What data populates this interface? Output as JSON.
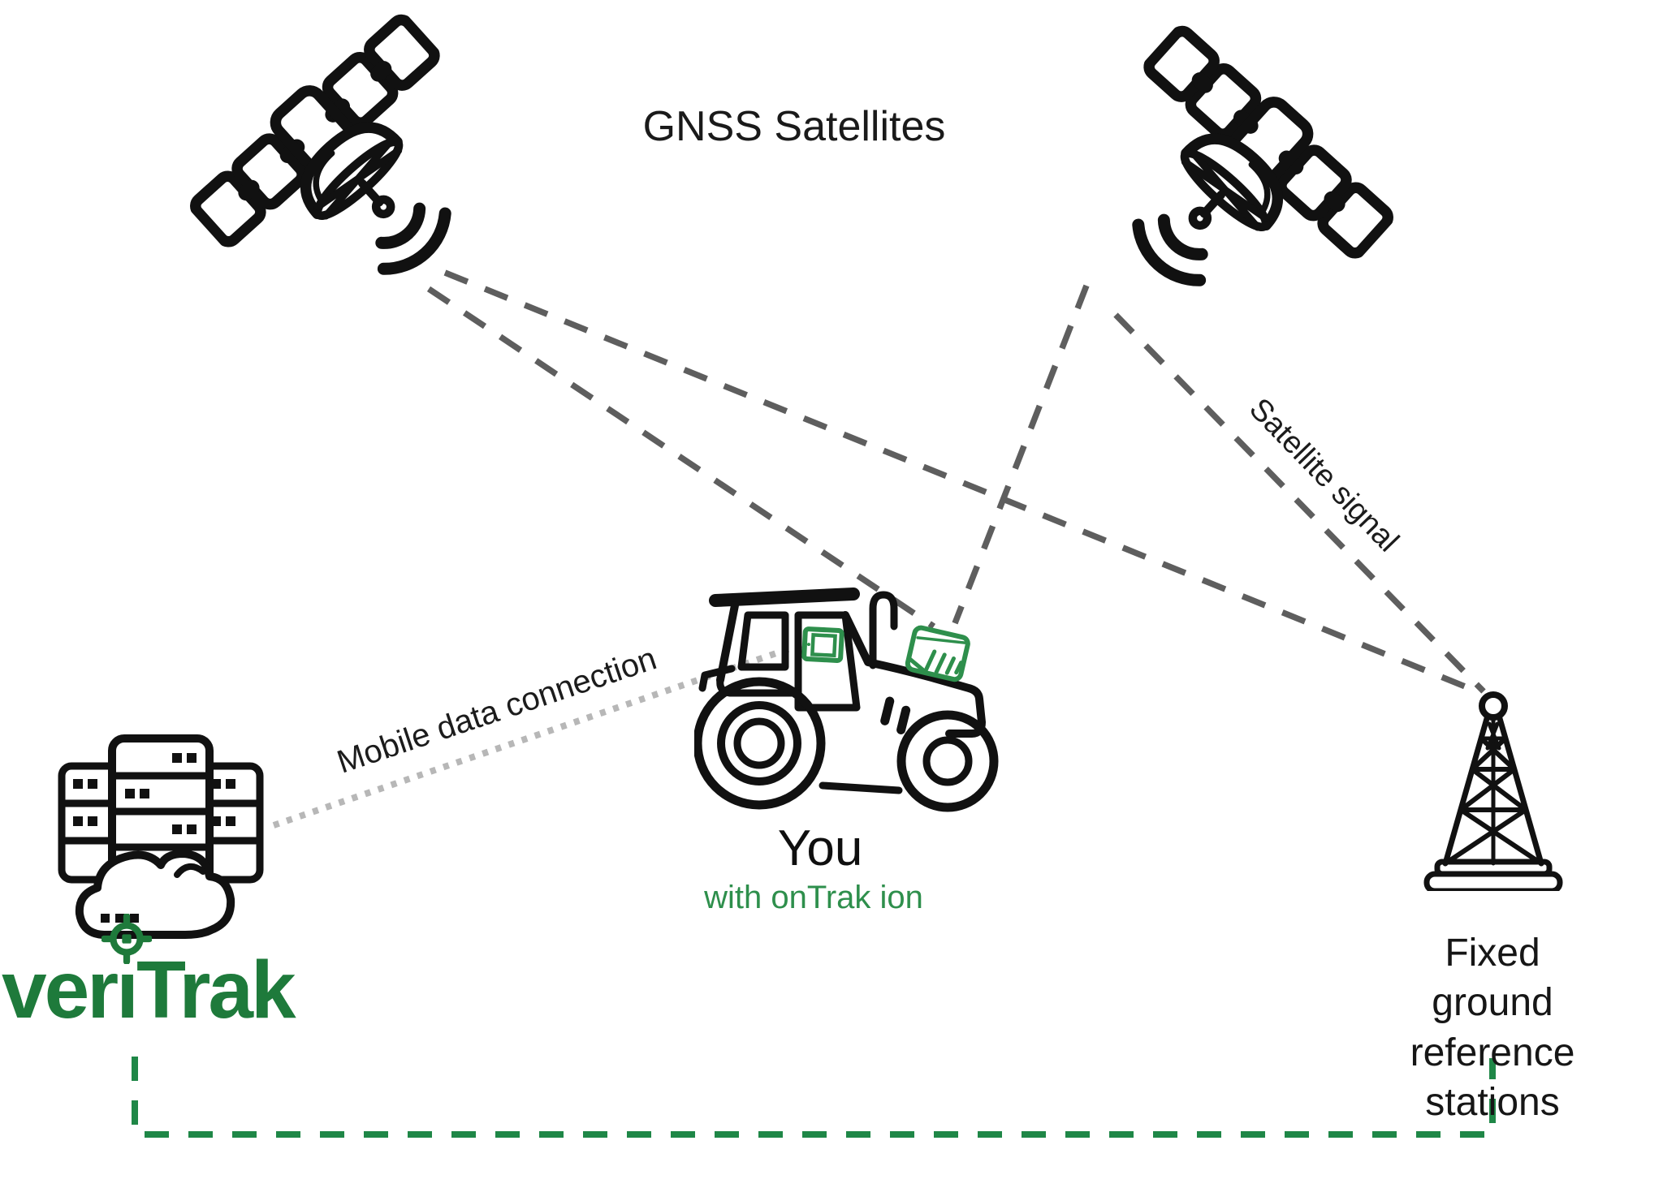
{
  "diagram": {
    "title": "GNSS Satellites",
    "you": {
      "label": "You",
      "sublabel": "with onTrak ion"
    },
    "ground_station": {
      "line1": "Fixed ground",
      "line2": "reference stations"
    },
    "connections": {
      "satellite_signal": "Satellite signal",
      "mobile_data": "Mobile data connection"
    },
    "brand": {
      "name": "veriTrak",
      "before_i": "ver",
      "dotless_i": "ı",
      "after_i": "Trak"
    },
    "icons": {
      "left_satellite": "gnss-satellite-icon",
      "right_satellite": "gnss-satellite-icon",
      "tractor": "tractor-icon",
      "tractor_tablet": "display-tablet-icon",
      "tractor_receiver": "ontrak-ion-receiver-icon",
      "server_cloud": "server-cloud-icon",
      "radio_tower": "reference-station-tower-icon",
      "crosshair": "crosshair-target-icon"
    },
    "colors": {
      "ink": "#111111",
      "line_gray": "#5e5e5e",
      "dot_gray": "#b7b7b7",
      "brand_green": "#1e7a3b",
      "accent_green": "#2e8f4c",
      "link_green": "#1f8747"
    }
  }
}
